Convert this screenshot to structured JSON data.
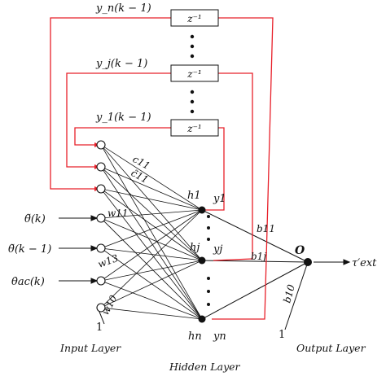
{
  "feedback": {
    "labels": [
      "y_n(k − 1)",
      "y_j(k − 1)",
      "y_1(k − 1)"
    ],
    "delay_label": "z⁻¹"
  },
  "inputs": {
    "labels": [
      "θ̃(k)",
      "θ̃(k − 1)",
      "θ̇ac(k)",
      "1"
    ]
  },
  "weights": {
    "input": [
      "w11",
      "w13",
      "w10"
    ],
    "context": [
      "c11",
      "c̃11"
    ],
    "output": [
      "b11",
      "b1j",
      "b10"
    ]
  },
  "hidden": {
    "node_labels": [
      "h1",
      "hj",
      "hn"
    ],
    "output_labels": [
      "y1",
      "yj",
      "yn"
    ]
  },
  "output": {
    "node_label": "O",
    "signal_label": "τ′ext",
    "bias_label": "1"
  },
  "layers": {
    "input": "Input Layer",
    "hidden": "Hidden Layer",
    "output": "Output Layer"
  },
  "colors": {
    "feedback": "#e8202a",
    "line": "#111111"
  }
}
